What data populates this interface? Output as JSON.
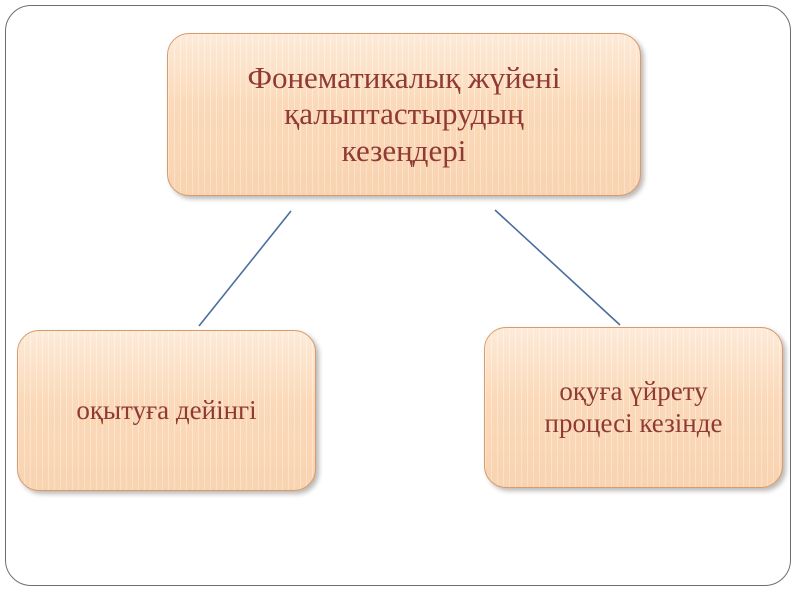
{
  "slide": {
    "background_color": "#ffffff",
    "frame_color": "#6e6e6e"
  },
  "theme": {
    "node_fill": "#fbd9b8",
    "node_border": "#d99b6c",
    "node_text_color": "#8f3a33",
    "connector_color": "#4a6d9e"
  },
  "diagram": {
    "type": "hierarchy",
    "root": {
      "id": "root",
      "text": "Фонематикалық жүйені\nқалыптастырудың\nкезеңдері"
    },
    "children": [
      {
        "id": "before",
        "text": "оқытуға дейінгі"
      },
      {
        "id": "during",
        "text": "оқуға үйрету\nпроцесі кезінде"
      }
    ],
    "connectors": [
      {
        "id": "root-to-before",
        "from": "root",
        "to": "before"
      },
      {
        "id": "root-to-during",
        "from": "root",
        "to": "during"
      }
    ]
  }
}
